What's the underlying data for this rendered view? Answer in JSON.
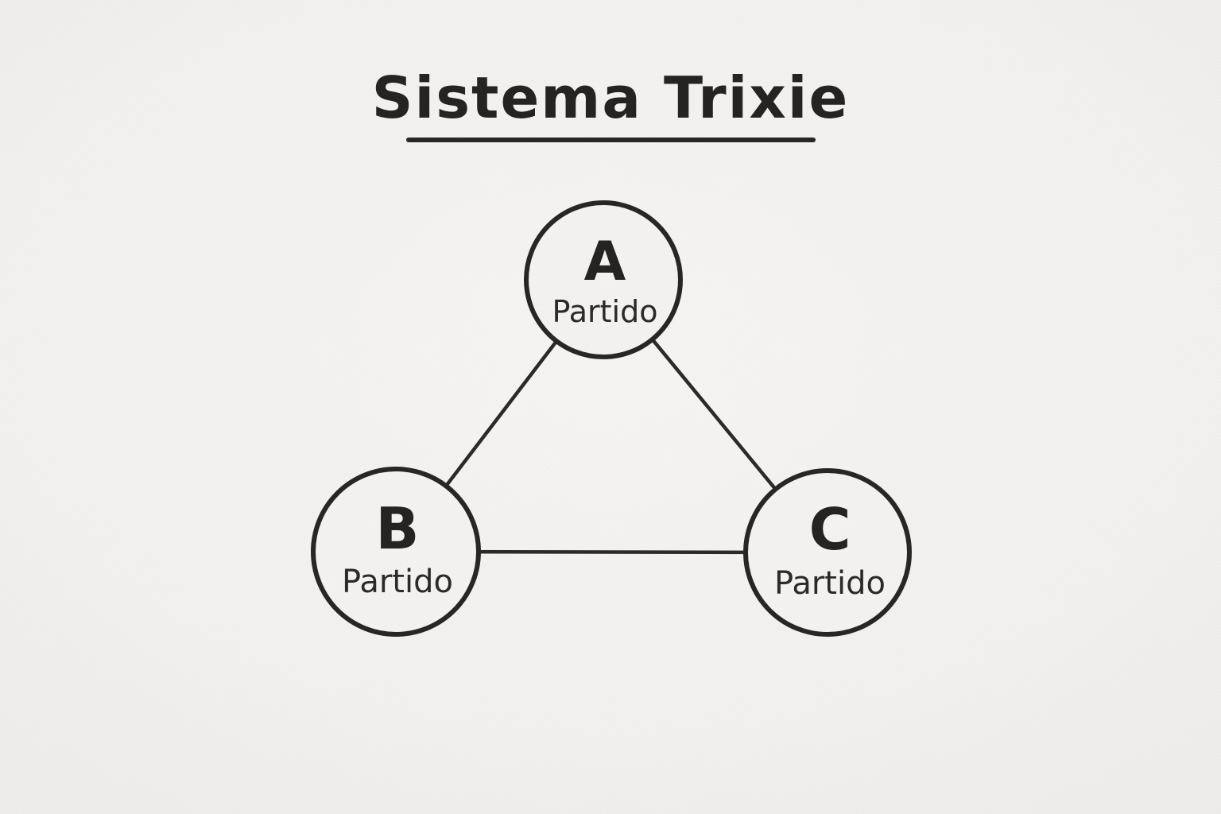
{
  "title": {
    "text": "Sistema Trixie"
  },
  "diagram": {
    "nodes": [
      {
        "id": "A",
        "letter": "A",
        "sublabel": "Partido"
      },
      {
        "id": "B",
        "letter": "B",
        "sublabel": "Partido"
      },
      {
        "id": "C",
        "letter": "C",
        "sublabel": "Partido"
      }
    ],
    "edges": [
      {
        "from": "A",
        "to": "B"
      },
      {
        "from": "A",
        "to": "C"
      },
      {
        "from": "B",
        "to": "C"
      }
    ]
  },
  "colors": {
    "ink": "#262422",
    "paper": "#f3f1ef"
  }
}
